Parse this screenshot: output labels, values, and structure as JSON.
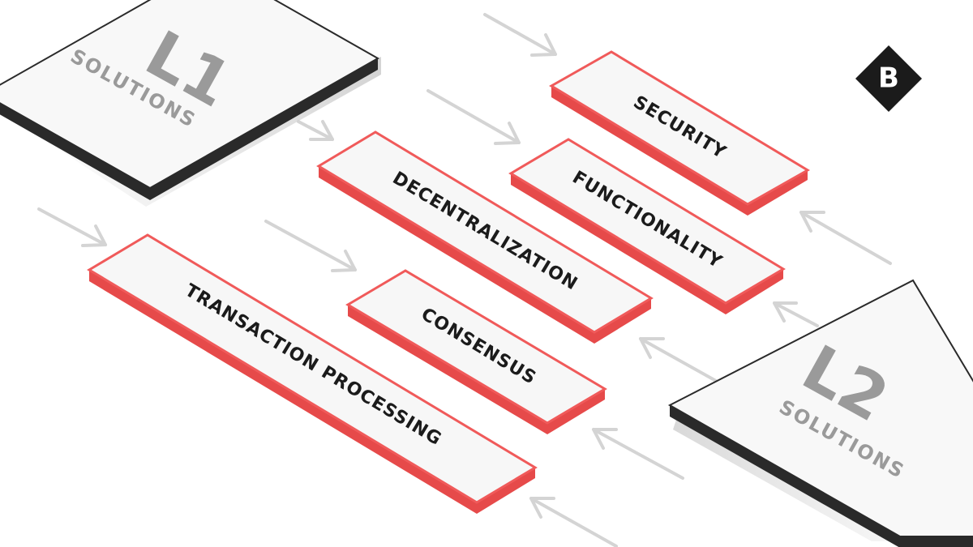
{
  "l1": {
    "big": "L1",
    "sub": "SOLUTIONS"
  },
  "l2": {
    "big": "L2",
    "sub": "SOLUTIONS"
  },
  "blocks": {
    "security": "SECURITY",
    "functionality": "FUNCTIONALITY",
    "decentralization": "DECENTRALIZATION",
    "consensus": "CONSENSUS",
    "transaction_processing": "TRANSACTION PROCESSING"
  },
  "logo": {
    "letter": "B"
  },
  "colors": {
    "block_border": "#f05a5a",
    "block_side": "#e64a4a",
    "block_fill": "#f7f7f7",
    "panel_side": "#2a2a2a",
    "arrow": "#d4d4d4"
  }
}
